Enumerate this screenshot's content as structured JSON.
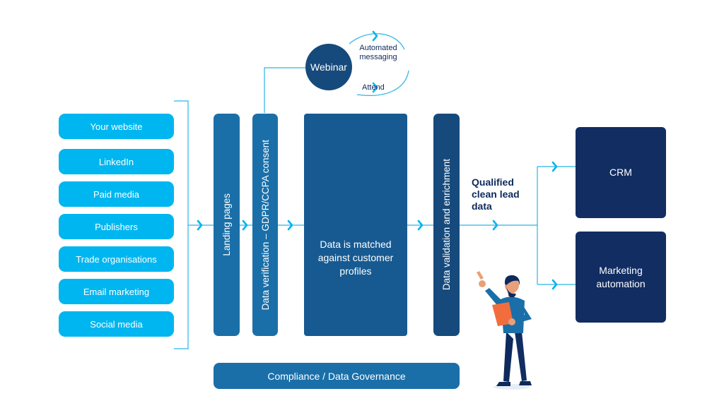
{
  "sources": [
    {
      "label": "Your website"
    },
    {
      "label": "LinkedIn"
    },
    {
      "label": "Paid media"
    },
    {
      "label": "Publishers"
    },
    {
      "label": "Trade organisations"
    },
    {
      "label": "Email marketing"
    },
    {
      "label": "Social media"
    }
  ],
  "stages": {
    "landing": "Landing pages",
    "consent": "Data verification – GDPR/CCPA consent",
    "match": "Data is matched against customer profiles",
    "validation": "Data validation and enrichment"
  },
  "webinar": {
    "label": "Webinar",
    "messaging": "Automated messaging",
    "attend": "Attend"
  },
  "qualified": "Qualified clean lead data",
  "destinations": {
    "crm": "CRM",
    "automation": "Marketing automation"
  },
  "compliance": "Compliance / Data Governance",
  "colors": {
    "sky": "#00b6f0",
    "mid_blue": "#1a6fa8",
    "deep_blue": "#175a91",
    "dark_blue": "#164a7c",
    "navy": "#112d62",
    "line": "#29b4e6",
    "text_navy": "#0e2a5c"
  }
}
